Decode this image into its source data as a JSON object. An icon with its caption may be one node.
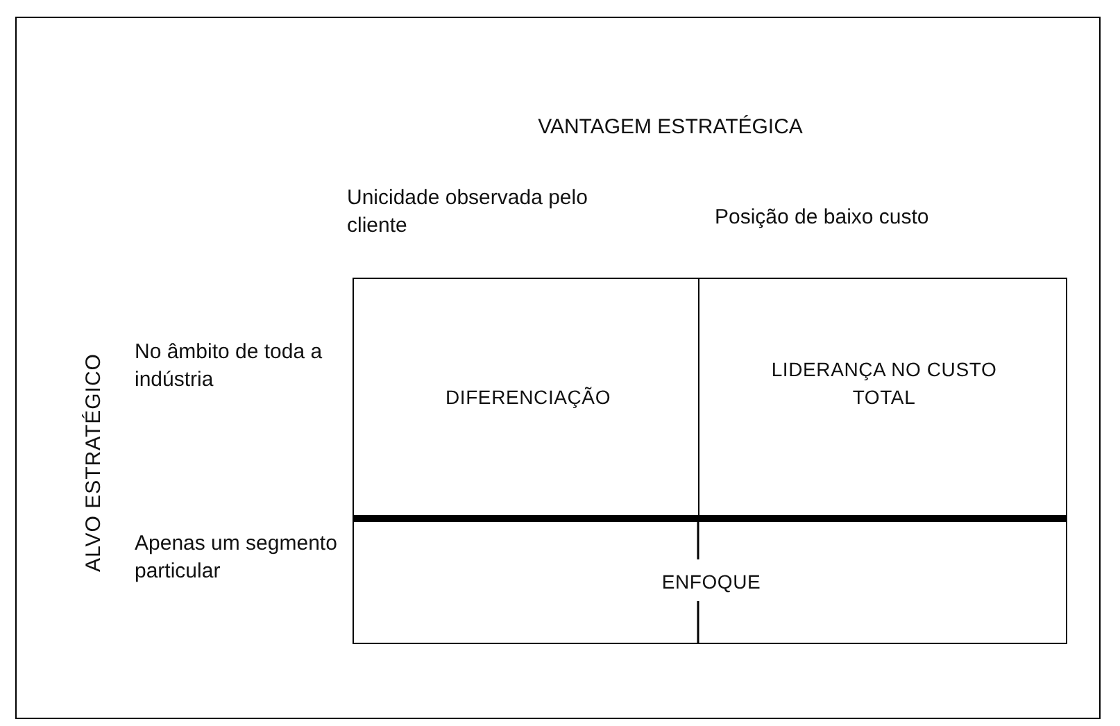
{
  "diagram": {
    "nodes": [
      {
        "text": [
          "DIFERENCIAÇÃO"
        ]
      },
      {
        "text": [
          "LIDERANÇA NO CUSTO TOTAL"
        ]
      },
      {
        "text": [
          "ENFOQUE"
        ]
      }
    ],
    "labels": [
      "VANTAGEM ESTRATÉGICA",
      "Unicidade observada pelo cliente",
      "Posição de baixo custo",
      "ALVO ESTRATÉGICO",
      "No âmbito de toda a indústria",
      "Apenas um segmento particular"
    ]
  }
}
